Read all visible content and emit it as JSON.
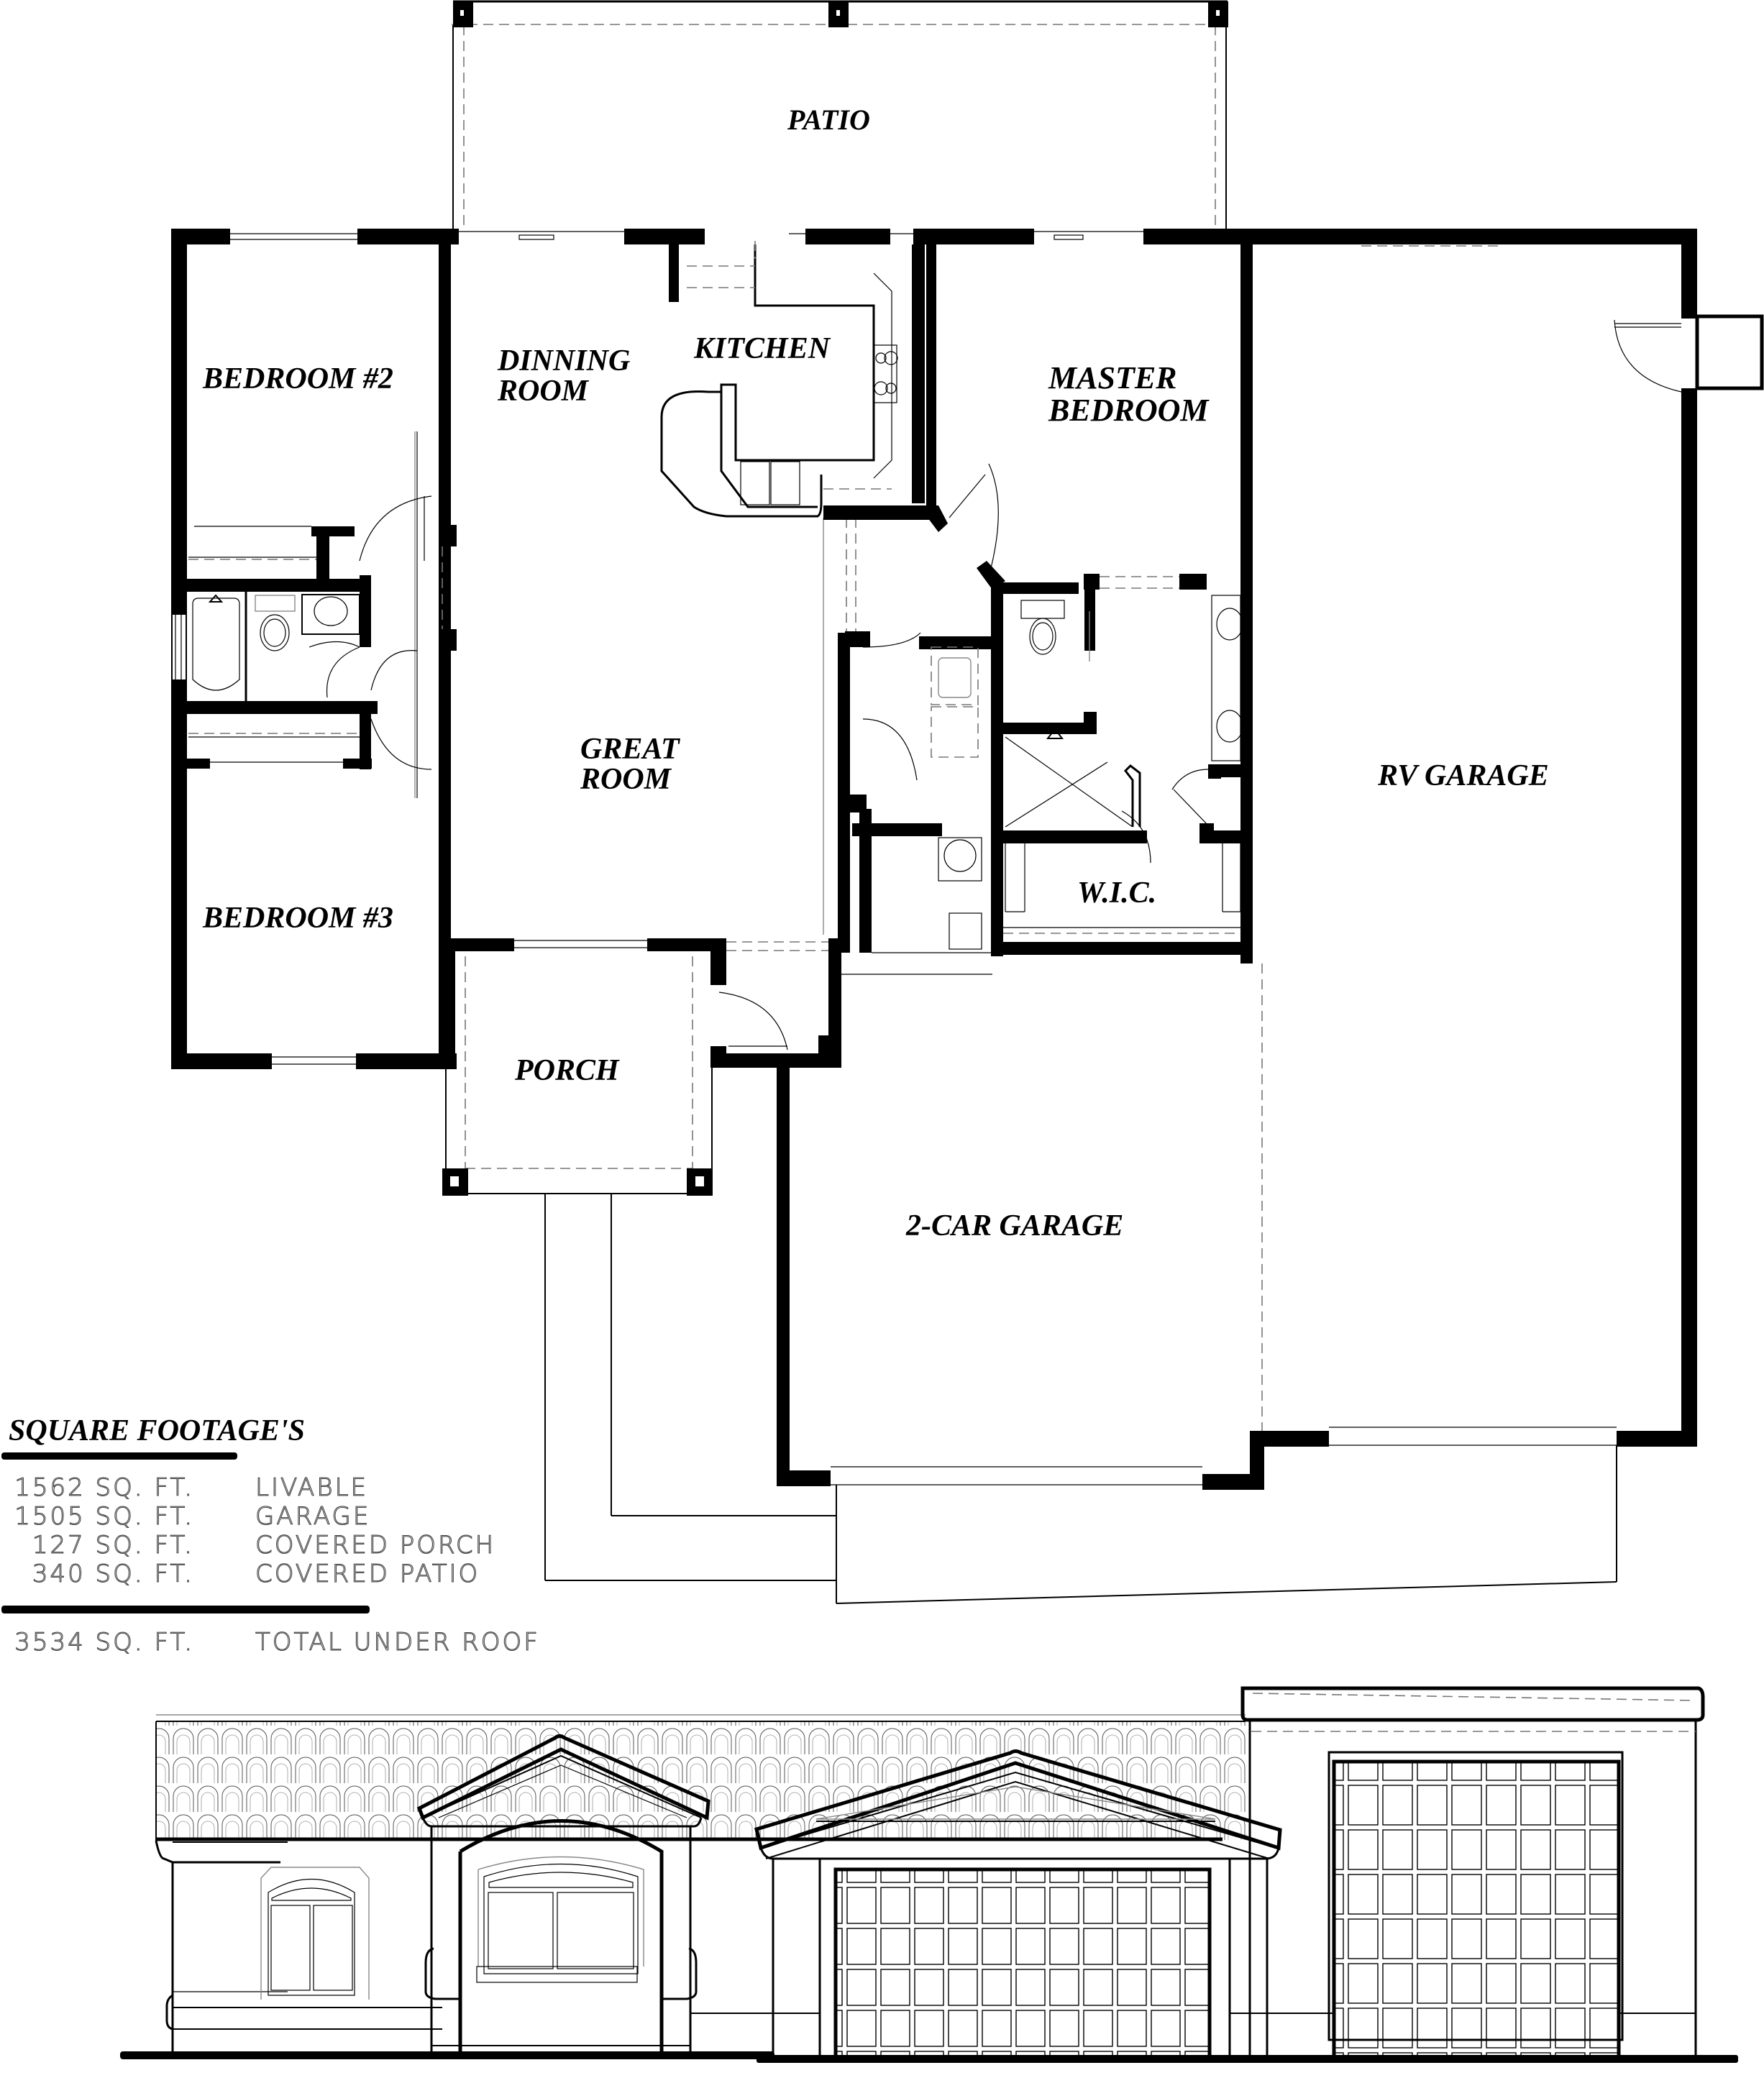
{
  "plan": {
    "rooms": {
      "patio": "PATIO",
      "bedroom2": "BEDROOM #2",
      "dining_line1": "DINNING",
      "dining_line2": "ROOM",
      "kitchen": "KITCHEN",
      "master_line1": "MASTER",
      "master_line2": "BEDROOM",
      "great_line1": "GREAT",
      "great_line2": "ROOM",
      "bedroom3": "BEDROOM #3",
      "wic": "W.I.C.",
      "rv_garage": "RV GARAGE",
      "porch": "PORCH",
      "car_garage": "2-CAR GARAGE"
    }
  },
  "square_footage": {
    "title": "SQUARE FOOTAGE'S",
    "rows": [
      {
        "value": "1562 SQ. FT.",
        "label": "LIVABLE"
      },
      {
        "value": "1505 SQ. FT.",
        "label": "GARAGE"
      },
      {
        "value": "127 SQ. FT.",
        "label": "COVERED PORCH"
      },
      {
        "value": "340 SQ. FT.",
        "label": "COVERED PATIO"
      }
    ],
    "total": {
      "value": "3534 SQ. FT.",
      "label": "TOTAL UNDER ROOF"
    }
  },
  "colors": {
    "ink": "#000000",
    "paper": "#ffffff",
    "dashed_line": "#777777"
  }
}
